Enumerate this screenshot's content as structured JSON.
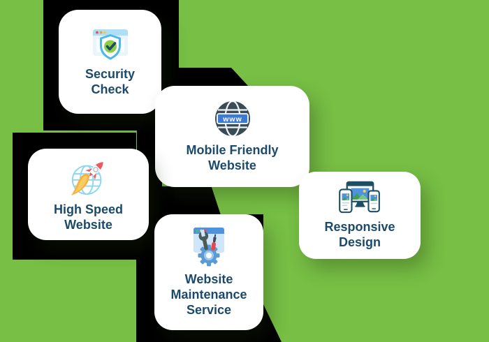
{
  "palette": {
    "background": "#77bf45",
    "block_shadow": "#000000",
    "card_background": "#ffffff",
    "title_text": "#1b4a6b",
    "icon_blue": "#4f93e0",
    "icon_dark_slate": "#3a4b58",
    "icon_teal_outline": "#1d4f63",
    "icon_sky_blue": "#4ab8ea",
    "icon_green": "#8bce43",
    "icon_red": "#f2565e",
    "icon_orange_flame": "#f6b23c"
  },
  "cards": [
    {
      "title": "Security Check",
      "lines": [
        "Security",
        "Check"
      ],
      "icon": "security-check-icon"
    },
    {
      "title": "Mobile Friendly Website",
      "lines": [
        "Mobile Friendly",
        "Website"
      ],
      "icon": "mobile-friendly-globe-icon"
    },
    {
      "title": "High Speed Website",
      "lines": [
        "High Speed",
        "Website"
      ],
      "icon": "high-speed-rocket-icon"
    },
    {
      "title": "Responsive Design",
      "lines": [
        "Responsive",
        "Design"
      ],
      "icon": "responsive-devices-icon"
    },
    {
      "title": "Website Maintenance Service",
      "lines": [
        "Website",
        "Maintenance",
        "Service"
      ],
      "icon": "website-maintenance-icon"
    }
  ],
  "icon_labels": {
    "www_badge": "www"
  }
}
